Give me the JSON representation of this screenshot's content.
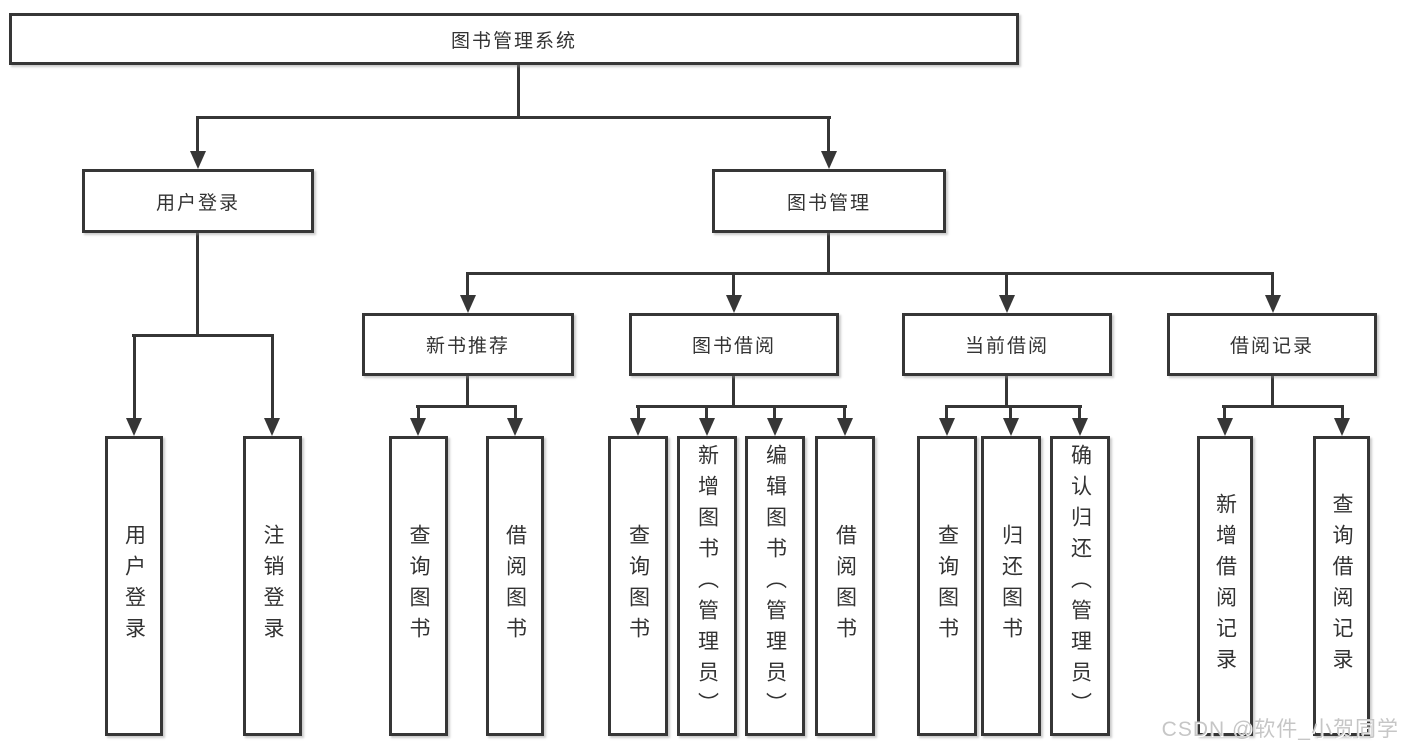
{
  "diagram_type": "hierarchy-tree",
  "tree": {
    "label": "图书管理系统",
    "children": [
      {
        "label": "用户登录",
        "children": [
          {
            "label": "用户登录"
          },
          {
            "label": "注销登录"
          }
        ]
      },
      {
        "label": "图书管理",
        "children": [
          {
            "label": "新书推荐",
            "children": [
              {
                "label": "查询图书"
              },
              {
                "label": "借阅图书"
              }
            ]
          },
          {
            "label": "图书借阅",
            "children": [
              {
                "label": "查询图书"
              },
              {
                "label": "新增图书（管理员）"
              },
              {
                "label": "编辑图书（管理员）"
              },
              {
                "label": "借阅图书"
              }
            ]
          },
          {
            "label": "当前借阅",
            "children": [
              {
                "label": "查询图书"
              },
              {
                "label": "归还图书"
              },
              {
                "label": "确认归还（管理员）"
              }
            ]
          },
          {
            "label": "借阅记录",
            "children": [
              {
                "label": "新增借阅记录"
              },
              {
                "label": "查询借阅记录"
              }
            ]
          }
        ]
      }
    ]
  },
  "watermark": "CSDN @软件_小贺同学",
  "colors": {
    "line": "#363636",
    "text": "#333333",
    "watermark": "#c6c6c6",
    "background": "#ffffff"
  }
}
